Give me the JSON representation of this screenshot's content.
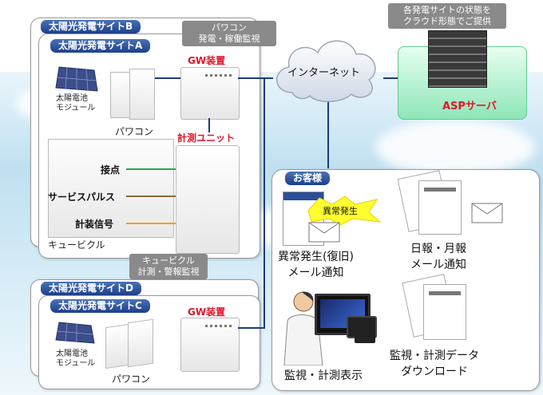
{
  "site_b": {
    "title": "太陽光発電サイトB"
  },
  "site_a": {
    "title": "太陽光発電サイトA",
    "pv_module": "太陽電池\nモジュール",
    "pcs": "パワコン",
    "gw": "GW装置",
    "meter": "計測ユニット",
    "cubicle": "キュービクル",
    "signals": [
      "接点",
      "サービスパルス",
      "計装信号"
    ]
  },
  "pcs_monitor_label": "パワコン\n発電・稼働監視",
  "cubicle_monitor_label": "キュービクル\n計測・警報監視",
  "site_d": {
    "title": "太陽光発電サイトD"
  },
  "site_c": {
    "title": "太陽光発電サイトC",
    "pv_module": "太陽電池\nモジュール",
    "pcs": "パワコン",
    "gw": "GW装置"
  },
  "internet": {
    "label": "インターネット"
  },
  "asp": {
    "callout": "各発電サイトの状態を\nクラウド形態でご提供",
    "label": "ASPサーバ"
  },
  "customer": {
    "title": "お客様",
    "alert_burst": "異常発生",
    "alert_mail": "異常発生(復旧)\nメール通知",
    "report_mail": "日報・月報\nメール通知",
    "monitor_display": "監視・計測表示",
    "download": "監視・計測データ\nダウンロード"
  },
  "colors": {
    "tab": "#1c3f8a",
    "link": "#1f3b7a",
    "red": "#e0162b",
    "asp": "#7ee0b0",
    "signal_green": "#2aa54a",
    "signal_brown": "#8a6a3a",
    "signal_orange": "#f0a020"
  }
}
